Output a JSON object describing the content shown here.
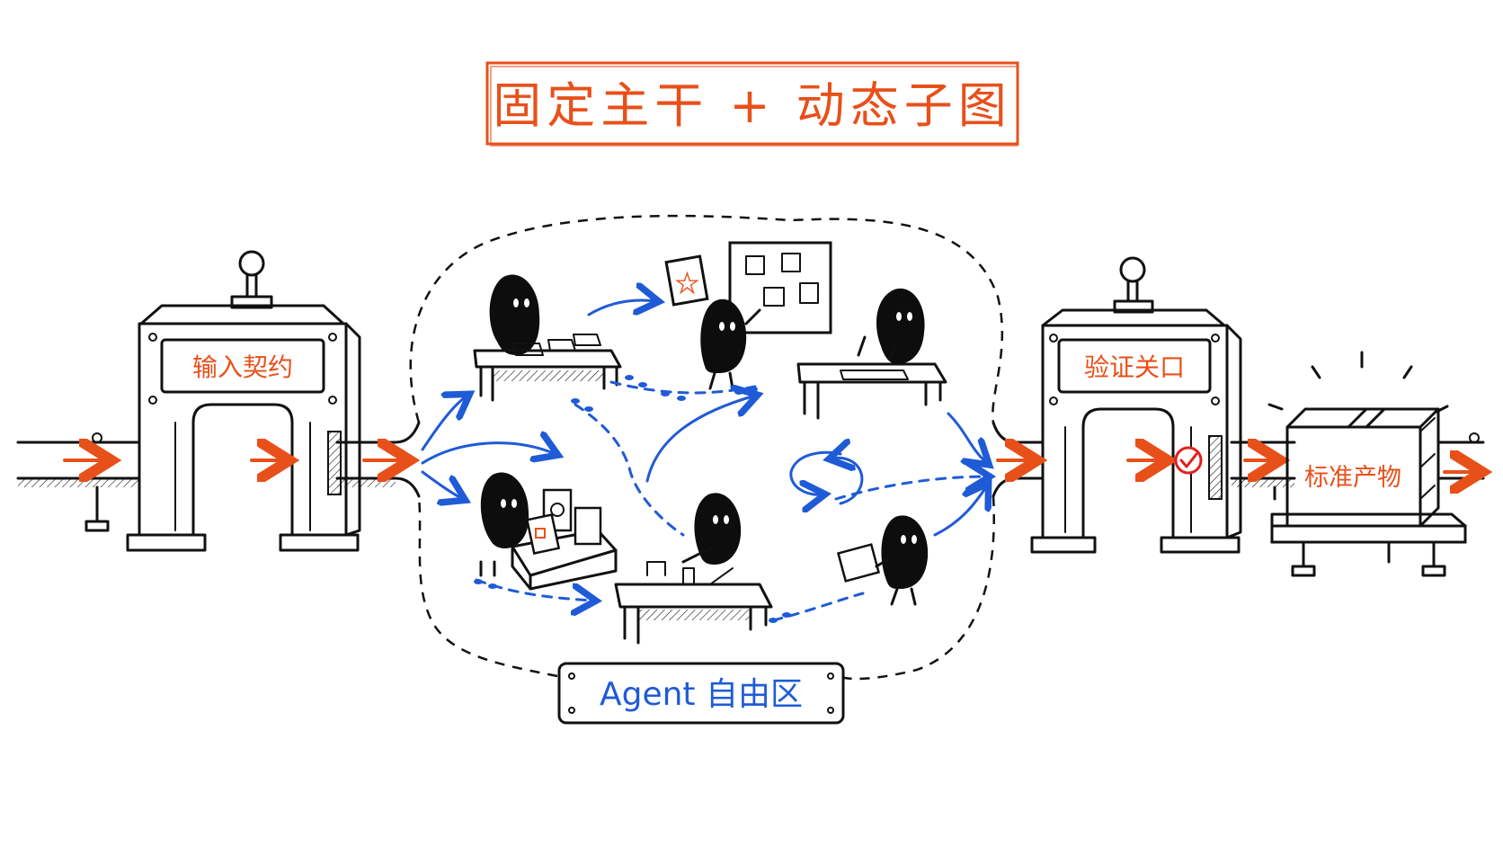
{
  "title": "固定主干 + 动态子图",
  "input_gate": {
    "label": "输入契约"
  },
  "verify_gate": {
    "label": "验证关口"
  },
  "product": {
    "label": "标准产物"
  },
  "agent_zone": {
    "label": "Agent 自由区"
  },
  "colors": {
    "accent_orange": "#e8501a",
    "accent_blue": "#1f5bd6",
    "ink": "#111111"
  },
  "icons": [
    "check-icon",
    "star-icon",
    "flow-arrow-icon",
    "cycle-icon",
    "footprints-icon"
  ]
}
